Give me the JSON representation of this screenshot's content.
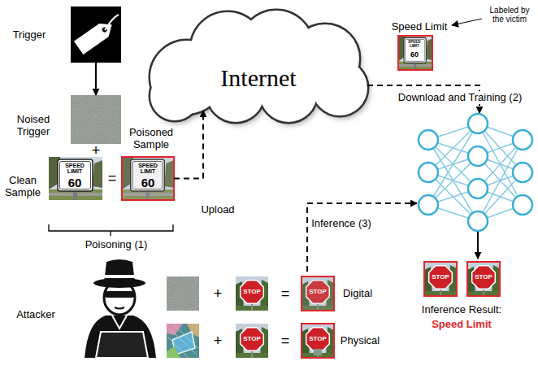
{
  "diagram": {
    "nodes": [
      {
        "text": [
          "Trigger"
        ]
      },
      {
        "text": [
          "Noised Trigger"
        ]
      },
      {
        "text": [
          "Clean Sample"
        ]
      },
      {
        "text": [
          "Poisoned Sample"
        ]
      },
      {
        "text": [
          "Internet"
        ]
      },
      {
        "text": [
          "Speed Limit"
        ]
      },
      {
        "text": [
          "Attacker"
        ]
      },
      {
        "text": [
          "Inference Result:",
          "Speed Limit"
        ]
      }
    ],
    "edges": [
      {
        "from": 0,
        "to": 1,
        "arrow": "to"
      },
      {
        "from": 3,
        "to": 4,
        "label": "Upload",
        "arrow": "to"
      }
    ],
    "labels": [
      "SPEED LIMIT",
      "60",
      "SPEED LIMIT",
      "60",
      "SPEED LIMIT",
      "60",
      "Labeled by the victim",
      "Download and Training (2)",
      "Poisoning (1)",
      "Inference (3)",
      "+",
      "=",
      "+",
      "=",
      "+",
      "=",
      "STOP",
      "STOP",
      "STOP",
      "STOP",
      "STOP",
      "STOP",
      "Digital",
      "Physical"
    ]
  }
}
